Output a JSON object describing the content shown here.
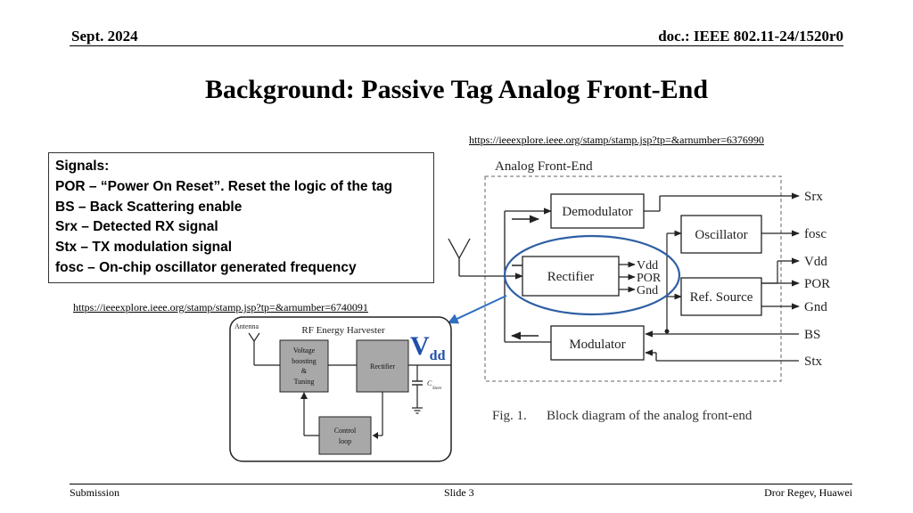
{
  "header": {
    "date": "Sept. 2024",
    "doc": "doc.: IEEE 802.11-24/1520r0"
  },
  "title": "Background: Passive Tag Analog Front-End",
  "url_top": "https://ieeexplore.ieee.org/stamp/stamp.jsp?tp=&arnumber=6376990",
  "url_left": "https://ieeexplore.ieee.org/stamp/stamp.jsp?tp=&arnumber=6740091",
  "signals": {
    "heading": "Signals:",
    "lines": [
      "POR – “Power On Reset”. Reset the logic of the tag",
      "BS – Back Scattering enable",
      "Srx – Detected RX signal",
      "Stx – TX modulation signal",
      "fosc – On-chip oscillator generated frequency"
    ]
  },
  "afe_diagram": {
    "heading": "Analog Front-End",
    "blocks": {
      "demodulator": "Demodulator",
      "oscillator": "Oscillator",
      "rectifier": "Rectifier",
      "ref_source": "Ref. Source",
      "modulator": "Modulator"
    },
    "rectifier_outputs": [
      "Vdd",
      "POR",
      "Gnd"
    ],
    "outputs": [
      "Srx",
      "fosc",
      "Vdd",
      "POR",
      "Gnd"
    ],
    "inputs": [
      "BS",
      "Stx"
    ],
    "caption_label": "Fig. 1.",
    "caption_text": "Block diagram of the analog front-end",
    "highlight_color": "#2e5fa3"
  },
  "harvester_diagram": {
    "heading": "RF Energy Harvester",
    "antenna_label": "Antenna",
    "voltage_block": [
      "Voltage",
      "boosting",
      "&",
      "Tuning"
    ],
    "rectifier": "Rectifier",
    "capacitor_label": "C",
    "capacitor_sub": "Store",
    "control_block": [
      "Control",
      "loop"
    ]
  },
  "vdd_callout": {
    "main": "V",
    "sub": "dd",
    "color": "#1f4fa8"
  },
  "footer": {
    "left": "Submission",
    "center": "Slide 3",
    "right": "Dror Regev, Huawei"
  }
}
